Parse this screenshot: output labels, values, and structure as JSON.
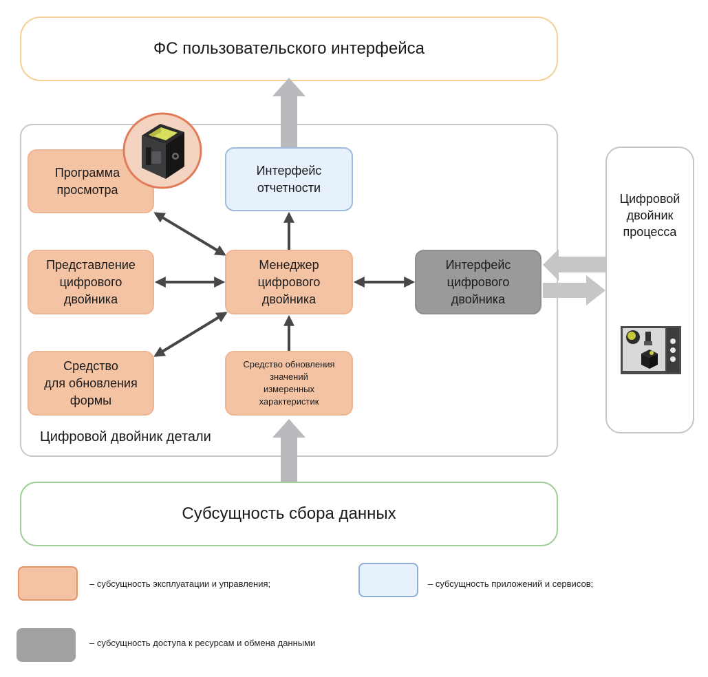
{
  "diagram": {
    "ui_entity": {
      "label": "ФС пользовательского интерфейса"
    },
    "part_twin": {
      "label": "Цифровой двойник детали"
    },
    "process_twin": {
      "label_lines": [
        "Цифровой",
        "двойник",
        "процесса"
      ]
    },
    "data_collection": {
      "label": "Субсущность сбора данных"
    },
    "nodes": {
      "viewer": {
        "lines": [
          "Программа",
          "просмотра"
        ],
        "category": "operation"
      },
      "representation": {
        "lines": [
          "Представление",
          "цифрового",
          "двойника"
        ],
        "category": "operation"
      },
      "shape_update": {
        "lines": [
          "Средство",
          "для обновления",
          "формы"
        ],
        "category": "operation"
      },
      "reporting": {
        "lines": [
          "Интерфейс",
          "отчетности"
        ],
        "category": "application"
      },
      "manager": {
        "lines": [
          "Менеджер",
          "цифрового",
          "двойника"
        ],
        "category": "operation"
      },
      "measured_update": {
        "lines": [
          "Средство обновления",
          "значений",
          "измеренных",
          "характеристик"
        ],
        "category": "operation"
      },
      "twin_interface": {
        "lines": [
          "Интерфейс",
          "цифрового",
          "двойника"
        ],
        "category": "access"
      }
    },
    "edges": [
      {
        "from": "viewer",
        "to": "manager",
        "type": "bidirectional"
      },
      {
        "from": "representation",
        "to": "manager",
        "type": "bidirectional"
      },
      {
        "from": "shape_update",
        "to": "manager",
        "type": "bidirectional"
      },
      {
        "from": "manager",
        "to": "reporting",
        "type": "directed"
      },
      {
        "from": "measured_update",
        "to": "manager",
        "type": "directed"
      },
      {
        "from": "manager",
        "to": "twin_interface",
        "type": "bidirectional"
      },
      {
        "from": "reporting",
        "to": "ui_entity",
        "type": "flow"
      },
      {
        "from": "data_collection",
        "to": "measured_update",
        "type": "flow"
      },
      {
        "from": "process_twin",
        "to": "twin_interface",
        "type": "flow"
      },
      {
        "from": "twin_interface",
        "to": "process_twin",
        "type": "flow"
      }
    ]
  },
  "legend": [
    {
      "key": "operation",
      "text": "– субсущность эксплуатации и управления;",
      "color": "#f3c3a4"
    },
    {
      "key": "application",
      "text": "– субсущность приложений и сервисов;",
      "color": "#e6f1fb"
    },
    {
      "key": "access",
      "text": "– субсущность доступа к ресурсам и обмена данными",
      "color": "#9a9a9b"
    }
  ],
  "icons": {
    "viewer_badge": "cube-icon",
    "process_thumbnail": "process-monitor-icon"
  }
}
